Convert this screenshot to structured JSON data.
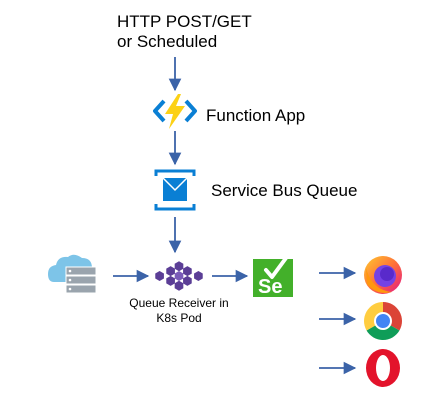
{
  "trigger": {
    "line1": "HTTP POST/GET",
    "line2": "or Scheduled"
  },
  "function_app": {
    "label": "Function App",
    "icon": "azure-function-icon"
  },
  "service_bus": {
    "label": "Service Bus Queue",
    "icon": "service-bus-queue-icon"
  },
  "queue_receiver": {
    "line1": "Queue Receiver in",
    "line2": "K8s Pod",
    "icon": "k8s-pod-hexagons-icon"
  },
  "source": {
    "icon": "cloud-server-icon"
  },
  "selenium": {
    "text": "Se",
    "icon": "selenium-icon"
  },
  "browsers": [
    {
      "name": "firefox",
      "icon": "firefox-icon"
    },
    {
      "name": "chrome",
      "icon": "chrome-icon"
    },
    {
      "name": "opera",
      "icon": "opera-icon"
    }
  ],
  "colors": {
    "arrow": "#3b63a8",
    "azure_blue": "#0a7fd4",
    "function_yellow": "#fcd116",
    "hex_purple": "#5b3e96",
    "selenium_green": "#43b02a",
    "opera_red": "#e3132b"
  }
}
